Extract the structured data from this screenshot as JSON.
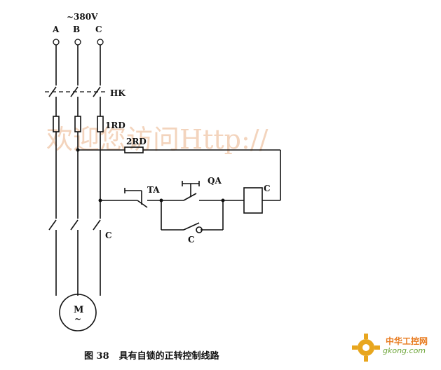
{
  "supply": {
    "voltage": "~380V",
    "phases": [
      "A",
      "B",
      "C"
    ]
  },
  "components": {
    "knife_switch": "HK",
    "main_fuse": "1RD",
    "control_fuse": "2RD",
    "stop_button": "TA",
    "start_button": "QA",
    "contactor_coil": "C",
    "self_lock_contact": "C",
    "main_contacts": "C",
    "motor": "M",
    "motor_symbol": "~"
  },
  "caption": {
    "figure_no": "图 38",
    "title": "具有自锁的正转控制线路"
  },
  "watermark": "欢迎您访问Http://",
  "logo": {
    "name": "中华工控网",
    "url": "gkong.com",
    "accent": "#e87a1e",
    "secondary": "#6aa334"
  }
}
